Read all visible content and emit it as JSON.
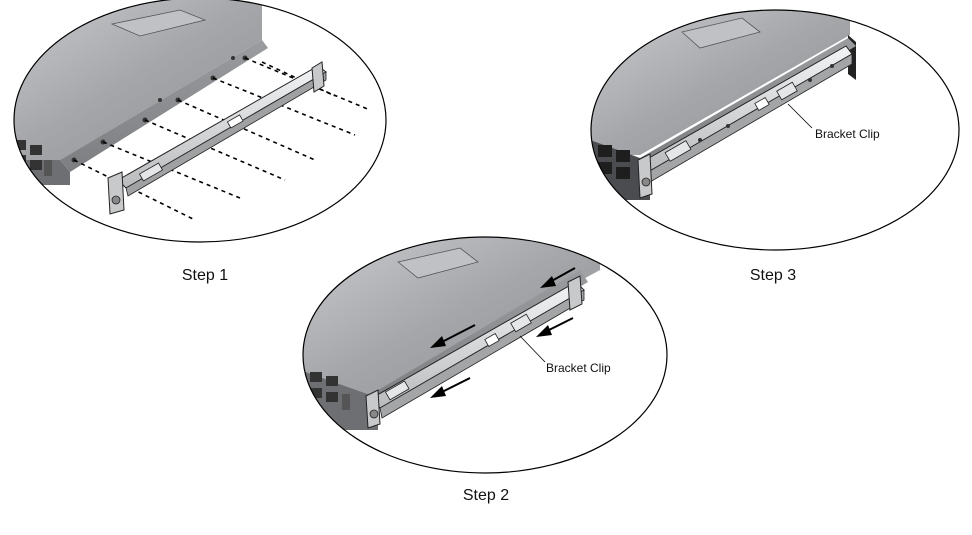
{
  "steps": [
    {
      "label": "Step 1"
    },
    {
      "label": "Step 2",
      "callout": "Bracket Clip"
    },
    {
      "label": "Step 3",
      "callout": "Bracket Clip"
    }
  ],
  "colors": {
    "chassis_top": "#a8aaad",
    "chassis_side": "#8c8e91",
    "bracket": "#d7d9db",
    "outline": "#000000",
    "background": "#ffffff"
  }
}
